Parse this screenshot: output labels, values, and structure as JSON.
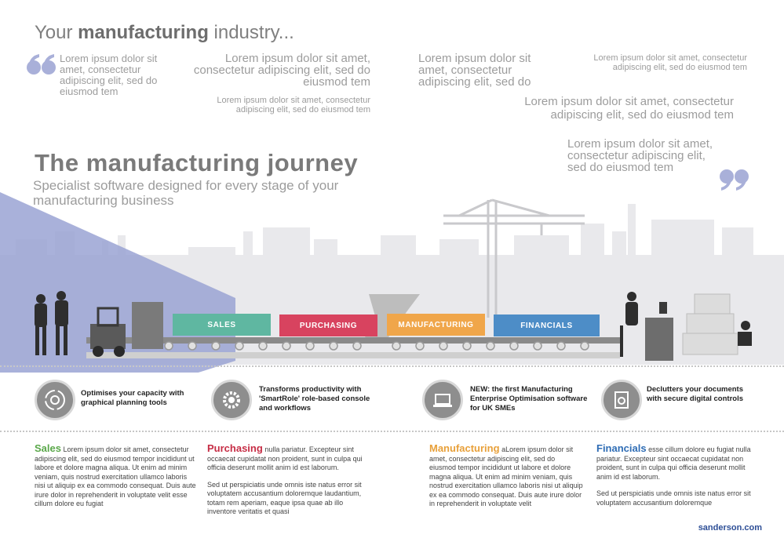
{
  "header": {
    "prefix": "Your",
    "bold": "manufacturing",
    "suffix": "industry..."
  },
  "quotes": {
    "q1": "Lorem ipsum dolor sit amet, consectetur adipiscing elit, sed do eiusmod tem",
    "q2": "Lorem ipsum dolor sit amet, consectetur adipiscing elit, sed do eiusmod tem",
    "q3": "Lorem ipsum dolor sit amet, consectetur adipiscing elit, sed do eiusmod tem",
    "q4": "Lorem ipsum dolor sit amet, consectetur adipiscing elit, sed do",
    "q5": "Lorem ipsum dolor sit amet, consectetur adipiscing elit, sed do eiusmod tem",
    "q6": "Lorem ipsum dolor sit amet, consectetur adipiscing elit, sed do eiusmod tem",
    "q7": "Lorem ipsum dolor sit amet, consectetur adipiscing elit, sed do eiusmod tem"
  },
  "journey": {
    "title": "The manufacturing journey",
    "subtitle": "Specialist software designed for every stage of your manufacturing business"
  },
  "stages": [
    {
      "label": "SALES",
      "color": "#5fb7a1"
    },
    {
      "label": "PURCHASING",
      "color": "#d8435f"
    },
    {
      "label": "MANUFACTURING",
      "color": "#f0a64a"
    },
    {
      "label": "FINANCIALS",
      "color": "#4d8dc7"
    }
  ],
  "features": [
    {
      "text": "Optimises your capacity with graphical planning tools",
      "icon": "gear-cycle-icon"
    },
    {
      "text": "Transforms productivity with 'SmartRole' role-based console and workflows",
      "icon": "gear-icon"
    },
    {
      "text": "NEW: the first Manufacturing Enterprise Optimisation software for UK SMEs",
      "icon": "laptop-icon"
    },
    {
      "text": "Declutters your documents with secure digital controls",
      "icon": "document-gear-icon"
    }
  ],
  "columns": [
    {
      "title": "Sales",
      "color": "#5aa84a",
      "p1": "Lorem ipsum dolor sit amet, consectetur adipiscing elit, sed do eiusmod tempor incididunt ut labore et dolore magna aliqua. Ut enim ad minim veniam, quis nostrud exercitation ullamco laboris nisi ut aliquip ex ea commodo consequat. Duis aute irure dolor in reprehenderit in voluptate velit esse cillum dolore eu fugiat",
      "p2": ""
    },
    {
      "title": "Purchasing",
      "color": "#c62d45",
      "p1": "nulla pariatur. Excepteur sint occaecat cupidatat non proident, sunt in culpa qui officia deserunt mollit anim id est laborum.",
      "p2": "Sed ut perspiciatis unde omnis iste natus error sit voluptatem accusantium doloremque laudantium, totam rem aperiam, eaque ipsa quae ab illo inventore veritatis et quasi"
    },
    {
      "title": "Manufacturing",
      "color": "#e8a03a",
      "p1": "aLorem ipsum dolor sit amet, consectetur adipiscing elit, sed do eiusmod tempor incididunt ut labore et dolore magna aliqua. Ut enim ad minim veniam, quis nostrud exercitation ullamco laboris nisi ut aliquip ex ea commodo consequat. Duis aute irure dolor in reprehenderit in voluptate velit",
      "p2": ""
    },
    {
      "title": "Financials",
      "color": "#2f6db5",
      "p1": "esse cillum dolore eu fugiat nulla pariatur. Excepteur sint occaecat cupidatat non proident, sunt in culpa qui officia deserunt mollit anim id est laborum.",
      "p2": "Sed ut perspiciatis unde omnis iste natus error sit voluptatem accusantium doloremque"
    }
  ],
  "footer": {
    "site": "sanderson.com"
  },
  "colors": {
    "beam": "#9aa3d3",
    "skyline": "#e7e7ea",
    "conveyor": "#8a8a8a"
  }
}
